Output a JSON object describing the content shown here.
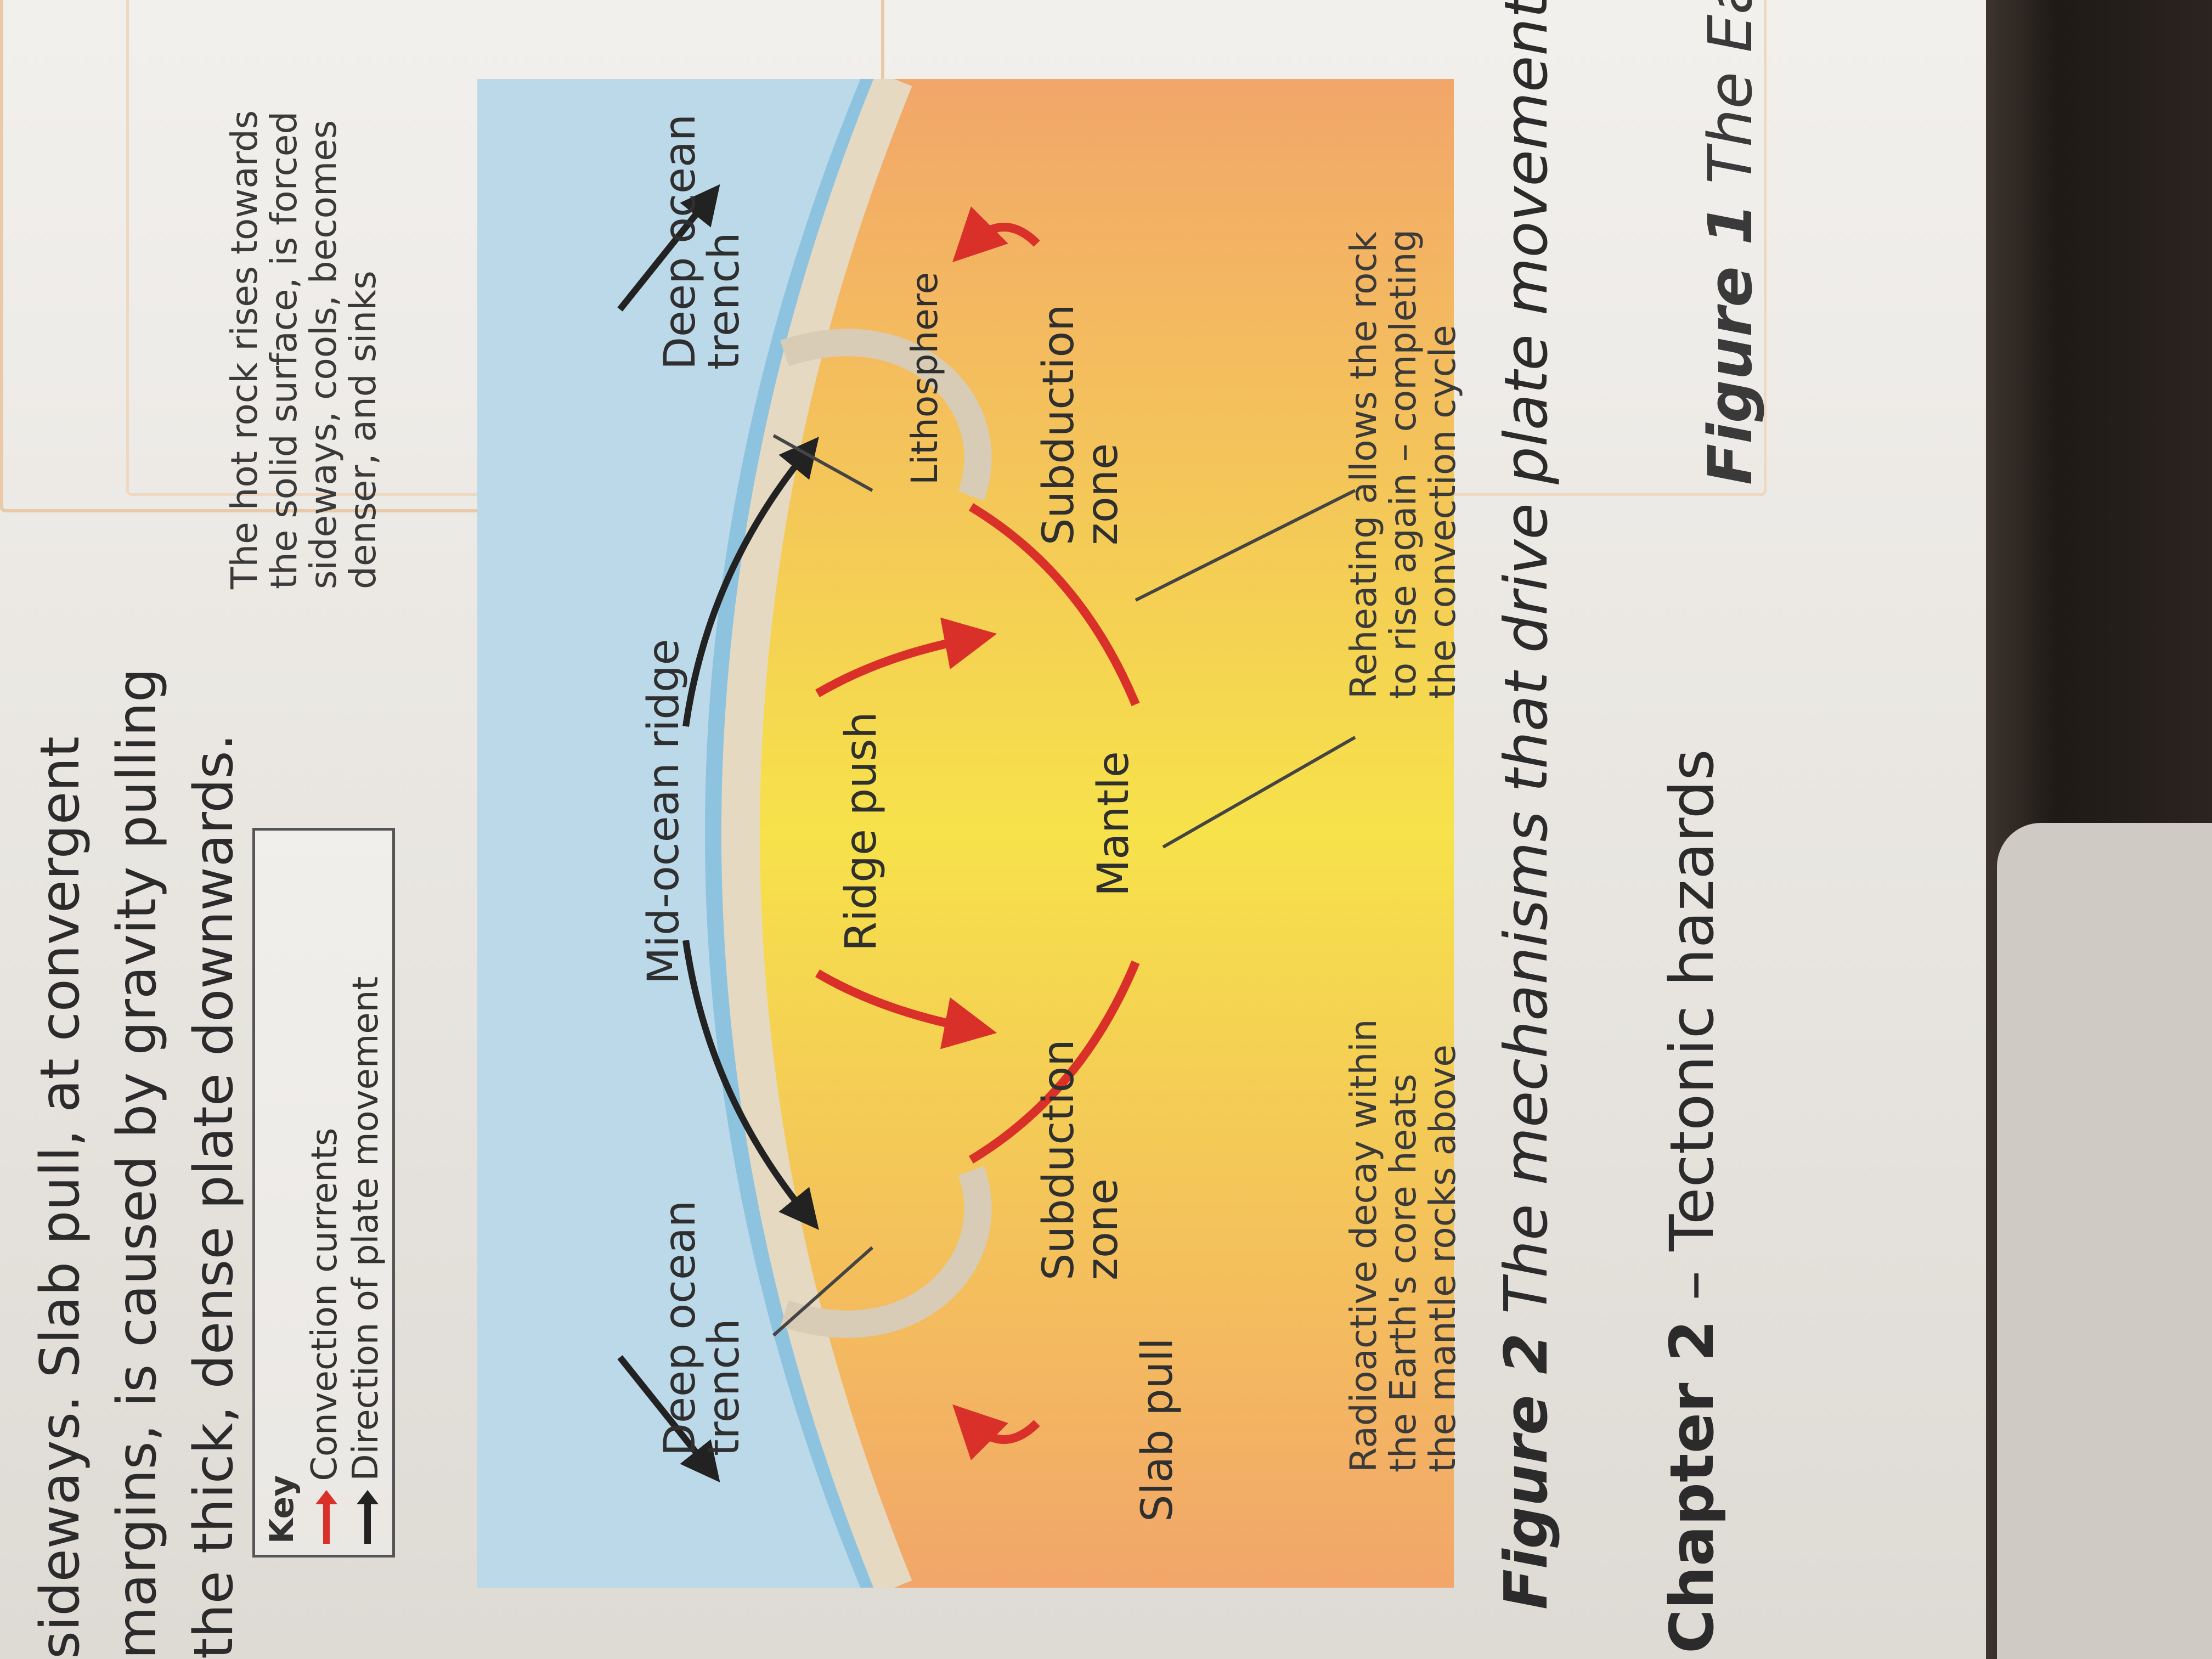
{
  "body_text": {
    "line1": "sideways. Slab pull, at convergent",
    "line2": "margins, is caused by gravity pulling",
    "line3": "the thick, dense plate downwards."
  },
  "figure1_caption": {
    "label": "Figure 1",
    "text": "The Eart"
  },
  "key": {
    "title": "Key",
    "convection": "Convection currents",
    "movement": "Direction of plate movement"
  },
  "diagram": {
    "left_trench": "Deep ocean\ntrench",
    "left_subduction": "Subduction\nzone",
    "slab_pull": "Slab pull",
    "mid_ridge": "Mid-ocean ridge",
    "ridge_push": "Ridge push",
    "mantle": "Mantle",
    "right_subduction": "Subduction\nzone",
    "lithosphere": "Lithosphere",
    "right_trench": "Deep ocean\ntrench",
    "note_radioactive": "Radioactive decay within\nthe Earth's core heats\nthe mantle rocks above",
    "note_reheating": "Reheating allows the rock\nto rise again – completing\nthe convection cycle",
    "note_hot_rock": "The hot rock rises towards\nthe solid surface, is forced\nsideways, cools, becomes\ndenser, and sinks"
  },
  "figure2_caption": {
    "label": "Figure 2",
    "text": "The mechanisms that drive plate movement"
  },
  "chapter": {
    "label": "Chapter 2",
    "text": " – Tectonic hazards"
  },
  "colors": {
    "convection": "#d9302a",
    "movement": "#222222",
    "ocean": "#b9d8ea",
    "mantle": "#f3b774"
  }
}
